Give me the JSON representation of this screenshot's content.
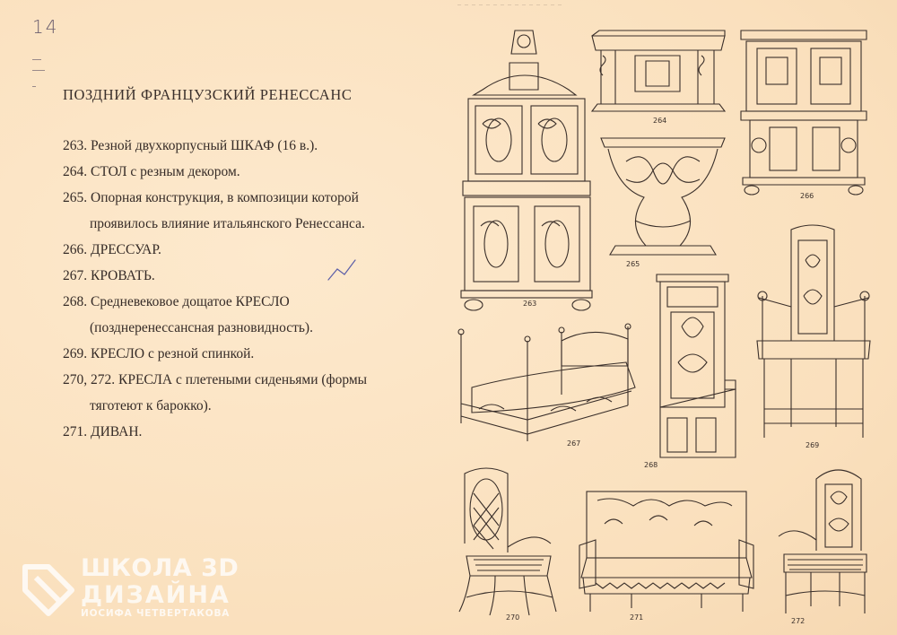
{
  "page_number": "14",
  "heading": "ПОЗДНИЙ ФРАНЦУЗСКИЙ РЕНЕССАНС",
  "captions": [
    {
      "text": "263. Резной двухкорпусный ШКАФ (16 в.).",
      "cont": ""
    },
    {
      "text": "264. СТОЛ  с резным декором.",
      "cont": ""
    },
    {
      "text": "265. Опорная конструкция, в композиции которой",
      "cont": "проявилось влияние итальянского Ренессанса."
    },
    {
      "text": "266. ДРЕССУАР.",
      "cont": ""
    },
    {
      "text": "267. КРОВАТЬ.",
      "cont": ""
    },
    {
      "text": "268. Средневековое дощатое КРЕСЛО",
      "cont": "(позднеренессансная разновидность)."
    },
    {
      "text": "269. КРЕСЛО с резной спинкой.",
      "cont": ""
    },
    {
      "text": "270, 272. КРЕСЛА  с плетеными сиденьями (формы",
      "cont": "тяготеют к барокко)."
    },
    {
      "text": "271. ДИВАН.",
      "cont": ""
    }
  ],
  "plates": {
    "p263": "263",
    "p264": "264",
    "p265": "265",
    "p266": "266",
    "p267": "267",
    "p268": "268",
    "p269": "269",
    "p270": "270",
    "p271": "271",
    "p272": "272"
  },
  "watermark": {
    "line1": "ШКОЛА 3D",
    "line2": "ДИЗАЙНА",
    "line3": "ИОСИФА ЧЕТВЕРТАКОВА"
  },
  "colors": {
    "paper": "#fbe3c3",
    "ink": "#3a2f2a",
    "pen": "#5b5ea8"
  }
}
